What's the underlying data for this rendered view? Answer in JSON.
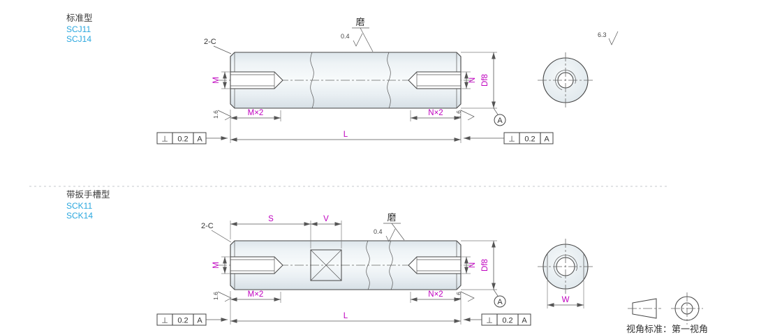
{
  "sections": {
    "top": {
      "title": "标准型",
      "models": [
        "SCJ11",
        "SCJ14"
      ],
      "labels": {
        "chamfer": "2-C",
        "grind": "磨",
        "grind_ra": "0.4",
        "side_ra": "1.6",
        "overall_ra": "6.3",
        "thread_left": "M",
        "thread_right": "N",
        "diameter": "Df8",
        "depth_left": "M×2",
        "depth_right": "N×2",
        "length": "L",
        "datum": "A",
        "tol_symbol": "⊥",
        "tol_value": "0.2",
        "tol_datum": "A"
      }
    },
    "bottom": {
      "title": "带扳手槽型",
      "models": [
        "SCK11",
        "SCK14"
      ],
      "labels": {
        "chamfer": "2-C",
        "grind": "磨",
        "grind_ra": "0.4",
        "side_ra": "1.6",
        "slot_length": "S",
        "slot_width": "V",
        "flat_width": "W",
        "thread_left": "M",
        "thread_right": "N",
        "diameter": "Df8",
        "depth_left": "M×2",
        "depth_right": "N×2",
        "length": "L",
        "datum": "A",
        "tol_symbol": "⊥",
        "tol_value": "0.2",
        "tol_datum": "A"
      }
    }
  },
  "footer": {
    "view_standard": "视角标准：第一视角"
  },
  "colors": {
    "accent_blue": "#2aa7de",
    "dimension_magenta": "#bf00bf",
    "body_fill": "#e8eef2"
  }
}
